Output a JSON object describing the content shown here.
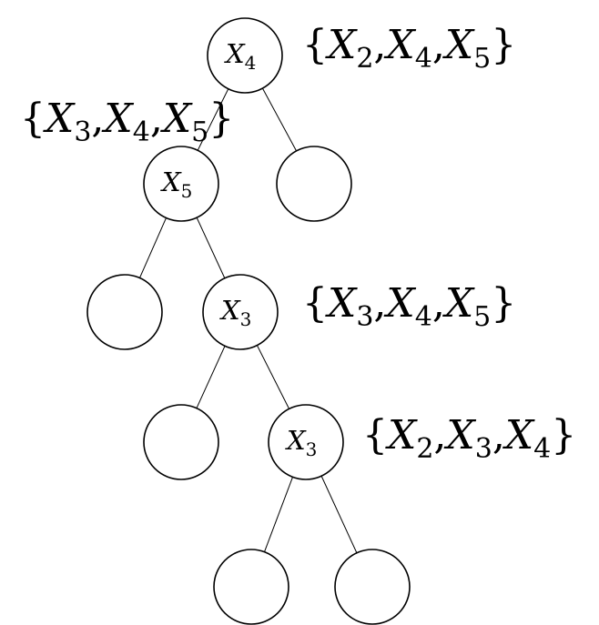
{
  "nodes": [
    {
      "id": "n4_root",
      "var": "X",
      "sub": "4"
    },
    {
      "id": "n5",
      "var": "X",
      "sub": "5"
    },
    {
      "id": "nR1",
      "var": "",
      "sub": ""
    },
    {
      "id": "nL2",
      "var": "",
      "sub": ""
    },
    {
      "id": "n3a",
      "var": "X",
      "sub": "3"
    },
    {
      "id": "nL3",
      "var": "",
      "sub": ""
    },
    {
      "id": "n3b",
      "var": "X",
      "sub": "3"
    },
    {
      "id": "nL4",
      "var": "",
      "sub": ""
    },
    {
      "id": "nR4",
      "var": "",
      "sub": ""
    }
  ],
  "edges": [
    [
      "n4_root",
      "n5"
    ],
    [
      "n4_root",
      "nR1"
    ],
    [
      "n5",
      "nL2"
    ],
    [
      "n5",
      "n3a"
    ],
    [
      "n3a",
      "nL3"
    ],
    [
      "n3a",
      "n3b"
    ],
    [
      "n3b",
      "nL4"
    ],
    [
      "n3b",
      "nR4"
    ]
  ],
  "set_labels": [
    {
      "id": "set_root",
      "open": "{",
      "close": "}",
      "sep": ",",
      "vars": [
        {
          "v": "X",
          "s": "2"
        },
        {
          "v": "X",
          "s": "4"
        },
        {
          "v": "X",
          "s": "5"
        }
      ]
    },
    {
      "id": "set_x5",
      "open": "{",
      "close": "}",
      "sep": ",",
      "vars": [
        {
          "v": "X",
          "s": "3"
        },
        {
          "v": "X",
          "s": "4"
        },
        {
          "v": "X",
          "s": "5"
        }
      ]
    },
    {
      "id": "set_x3a",
      "open": "{",
      "close": "}",
      "sep": ",",
      "vars": [
        {
          "v": "X",
          "s": "3"
        },
        {
          "v": "X",
          "s": "4"
        },
        {
          "v": "X",
          "s": "5"
        }
      ]
    },
    {
      "id": "set_x3b",
      "open": "{",
      "close": "}",
      "sep": ",",
      "vars": [
        {
          "v": "X",
          "s": "2"
        },
        {
          "v": "X",
          "s": "3"
        },
        {
          "v": "X",
          "s": "4"
        }
      ]
    }
  ]
}
